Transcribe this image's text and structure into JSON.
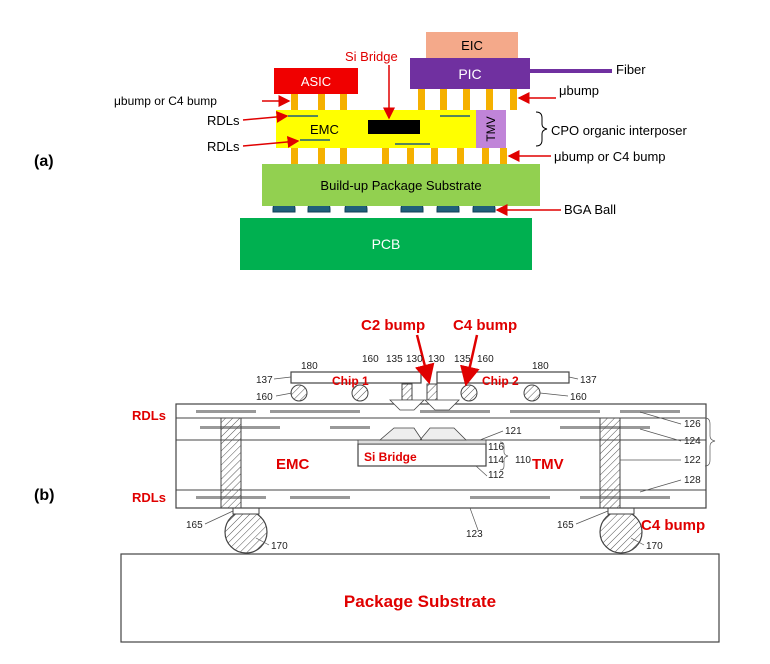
{
  "panel_a": {
    "tag": "(a)",
    "asic": "ASIC",
    "eic": "EIC",
    "pic": "PIC",
    "fiber": "Fiber",
    "si_bridge": "Si Bridge",
    "ubump_or_c4_top": "μbump or C4 bump",
    "ubump_top": "μbump",
    "rdls_top": "RDLs",
    "rdls_bottom": "RDLs",
    "emc": "EMC",
    "tmv": "TMV",
    "cpo_interposer": "CPO organic interposer",
    "ubump_or_c4_bottom": "μbump or C4 bump",
    "buildup_substrate": "Build-up Package Substrate",
    "bga_ball": "BGA Ball",
    "pcb": "PCB",
    "colors": {
      "asic": "#f00000",
      "eic": "#f4a98a",
      "pic": "#7030a0",
      "interposer": "#ffff00",
      "tmv": "#c084d8",
      "bump": "#f5b000",
      "substrate": "#92d050",
      "bga": "#1f5f7a",
      "pcb": "#00b050",
      "arrow": "#e00000"
    }
  },
  "panel_b": {
    "tag": "(b)",
    "c2_bump": "C2 bump",
    "c4_bump_top": "C4 bump",
    "chip1": "Chip 1",
    "chip2": "Chip 2",
    "rdls_top": "RDLs",
    "rdls_bottom": "RDLs",
    "emc": "EMC",
    "tmv": "TMV",
    "si_bridge": "Si Bridge",
    "c4_bump_bottom": "C4 bump",
    "package_substrate": "Package Substrate",
    "refs": {
      "n180a": "180",
      "n160a": "160",
      "n135a": "135",
      "n130a": "130",
      "n130b": "130",
      "n135b": "135",
      "n160b": "160",
      "n180b": "180",
      "n137a": "137",
      "n137b": "137",
      "n160c": "160",
      "n160d": "160",
      "n126": "126",
      "n121": "121",
      "n116": "116",
      "n124": "124",
      "n114": "114",
      "n110": "110",
      "n122": "122",
      "n112": "112",
      "n128": "128",
      "n123": "123",
      "n165a": "165",
      "n165b": "165",
      "n170a": "170",
      "n170b": "170"
    }
  }
}
